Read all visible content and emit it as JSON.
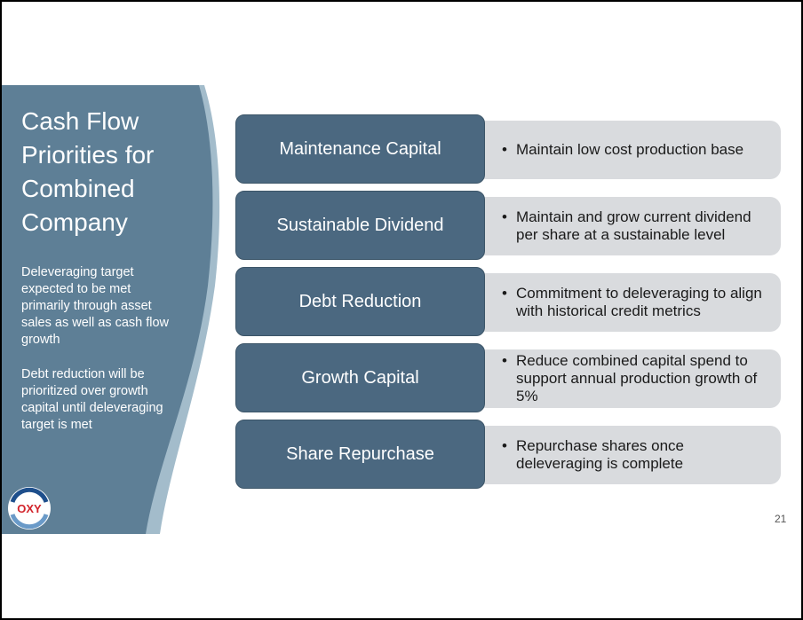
{
  "slide": {
    "title": "Cash Flow Priorities for Combined Company",
    "title_lines": [
      "Cash Flow",
      "Priorities for",
      "Combined",
      "Company"
    ],
    "paragraphs": [
      "Deleveraging target expected to be met primarily through asset sales as well as cash flow growth",
      "Debt reduction will be prioritized over growth capital until deleveraging target is met"
    ],
    "logo_text": "OXY",
    "page_number": "21",
    "bullet_glyph": "•",
    "priorities": [
      {
        "label": "Maintenance Capital",
        "detail": "Maintain low cost production base"
      },
      {
        "label": "Sustainable Dividend",
        "detail": "Maintain and grow current dividend per share at a sustainable level"
      },
      {
        "label": "Debt Reduction",
        "detail": "Commitment to deleveraging to align with historical credit metrics"
      },
      {
        "label": "Growth Capital",
        "detail": "Reduce combined capital spend to support annual production growth of 5%"
      },
      {
        "label": "Share Repurchase",
        "detail": "Repurchase shares once deleveraging is complete"
      }
    ]
  },
  "colors": {
    "panel": "#5e7f96",
    "panel_edge": "#a3bccb",
    "label_box": "#4b6880",
    "detail_box": "#d9dbde",
    "logo_red": "#d2232a",
    "logo_blue": "#1e4f8c"
  }
}
